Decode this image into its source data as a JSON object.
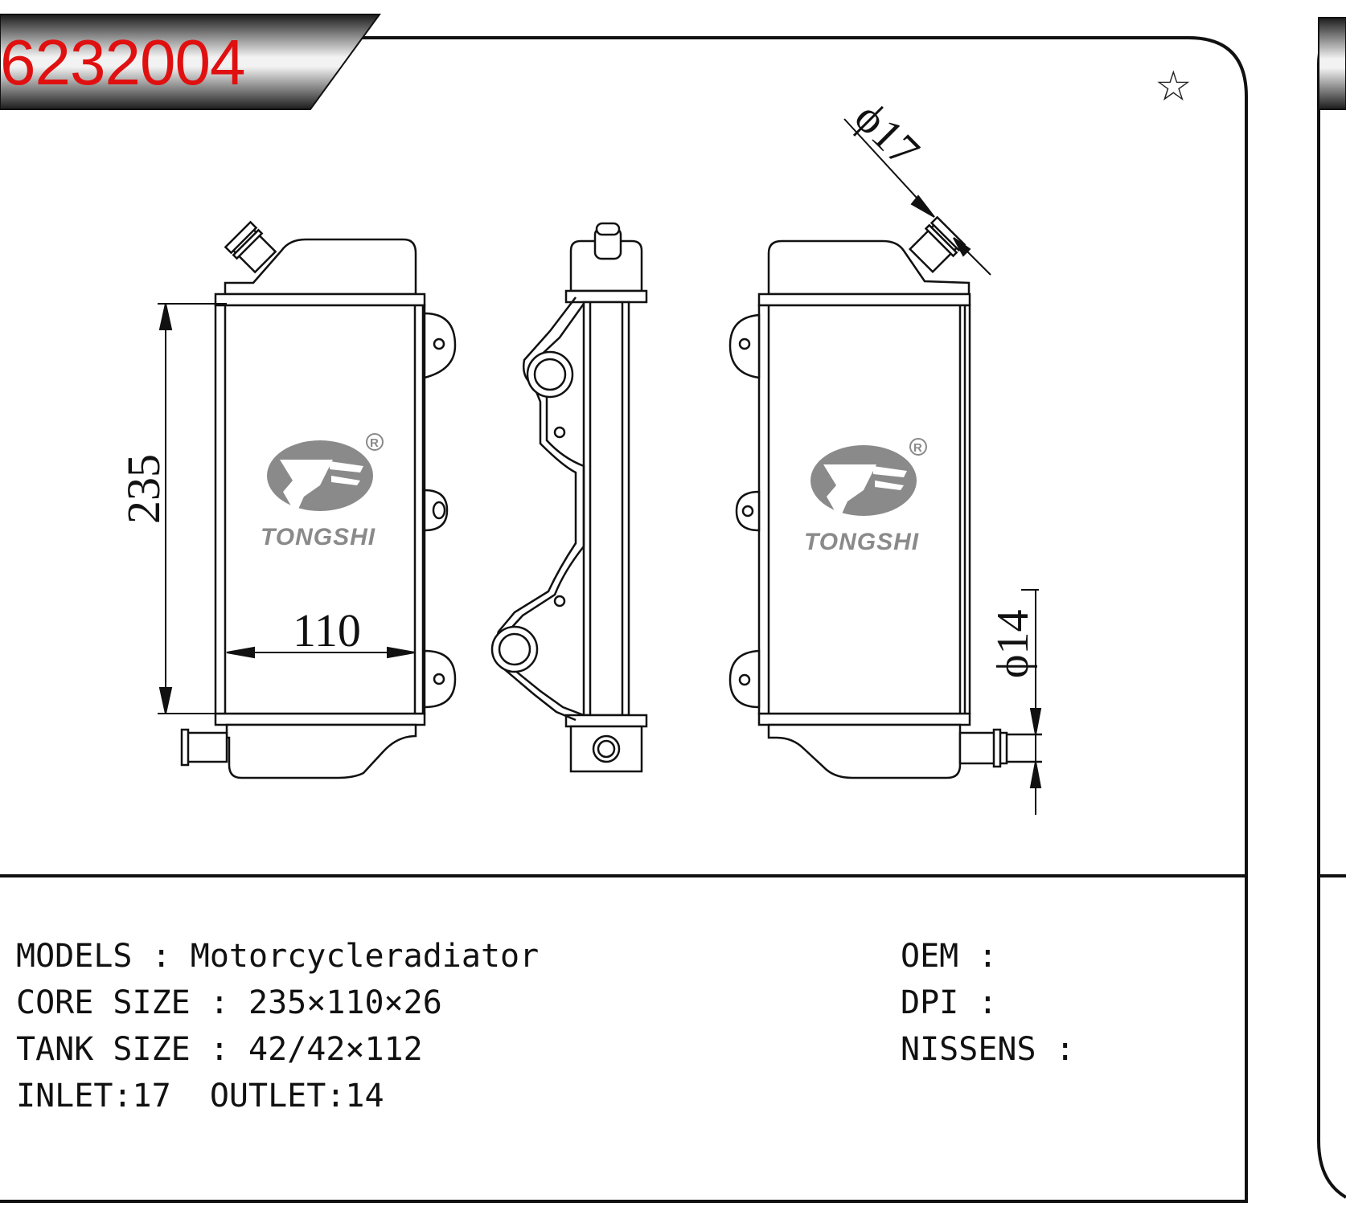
{
  "part_number": "6232004",
  "favorite_icon": "star-outline-icon",
  "brand": {
    "name": "TONGSHI",
    "mark": "R"
  },
  "dimensions": {
    "height": "235",
    "width": "110",
    "inlet_dia": "ϕ17",
    "outlet_dia": "ϕ14"
  },
  "specs": {
    "models": "MODELS : Motorcycleradiator",
    "core_size": "CORE SIZE : 235×110×26",
    "tank_size": "TANK SIZE : 42/42×112",
    "inlet_outlet": "INLET:17  OUTLET:14",
    "oem": "OEM :",
    "dpi": "DPI :",
    "nissens": "NISSENS :"
  },
  "colors": {
    "part_number": "#e01010",
    "tab_dark": "#2a2a2a",
    "logo_gray": "#8a8a8a"
  }
}
